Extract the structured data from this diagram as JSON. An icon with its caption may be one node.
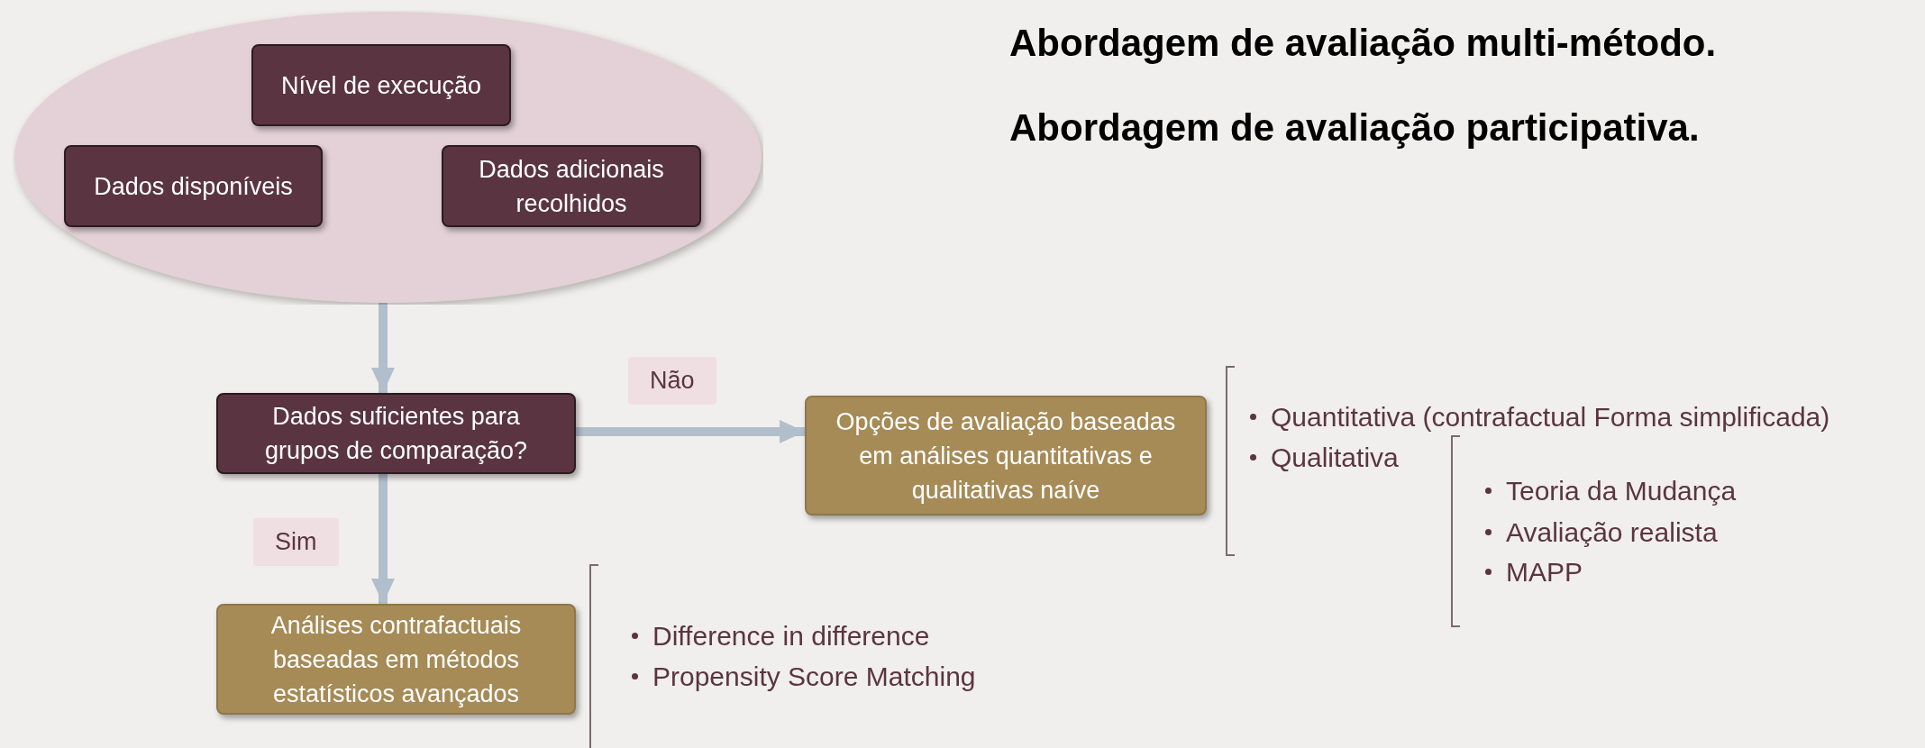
{
  "diagram": {
    "title": "Abordagem de avaliação multi-método.",
    "nodes": [
      {
        "text": [],
        "shape": "ellipse"
      },
      {
        "text": [
          "Nível de execução"
        ],
        "in": 0
      },
      {
        "text": [
          "Dados disponíveis"
        ],
        "in": 0
      },
      {
        "text": [
          "Dados adicionais recolhidos"
        ],
        "in": 0
      },
      {
        "text": [
          "Dados suficientes para grupos de comparação?"
        ]
      },
      {
        "text": [
          "Opções de avaliação baseadas em análises quantitativas e qualitativas naíve"
        ]
      },
      {
        "text": [
          "Análises contrafactuais baseadas em métodos estatísticos avançados"
        ]
      }
    ],
    "edges": [
      {
        "from": 0,
        "to": 4,
        "arrow": "to"
      },
      {
        "from": 4,
        "to": 5,
        "arrow": "to",
        "label": "Não"
      },
      {
        "from": 4,
        "to": 6,
        "arrow": "to",
        "label": "Sim"
      }
    ],
    "labels": [
      "Abordagem de avaliação participativa.",
      "Quantitativa (contrafactual Forma simplificada)",
      "Qualitativa",
      "Teoria da Mudança",
      "Avaliação realista",
      "MAPP",
      "Difference in difference",
      "Propensity Score Matching"
    ]
  }
}
